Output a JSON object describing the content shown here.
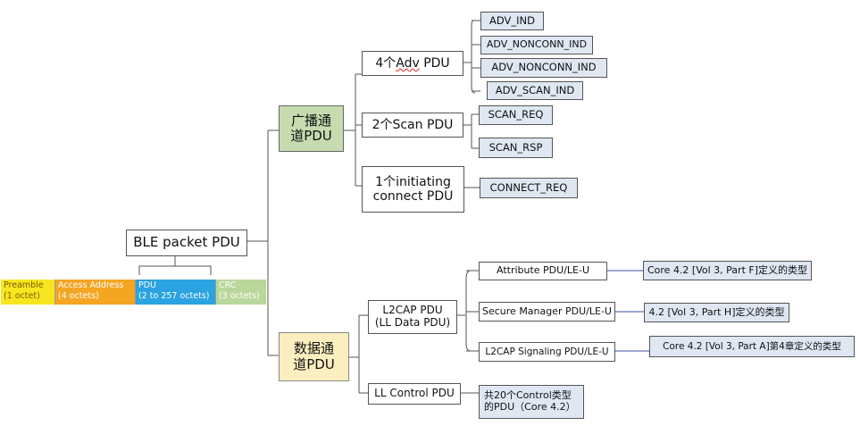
{
  "root": {
    "label": "BLE packet PDU"
  },
  "packet": {
    "fields": [
      {
        "name": "Preamble",
        "size": "(1 octet)",
        "color": "#f7e51f",
        "text_color": "#7a5c00"
      },
      {
        "name": "Access Address",
        "size": "(4 octets)",
        "color": "#f4a522",
        "text_color": "#ffffff"
      },
      {
        "name": "PDU",
        "size": "(2 to 257 octets)",
        "color": "#2aa3e0",
        "text_color": "#ffffff"
      },
      {
        "name": "CRC",
        "size": "(3 octets)",
        "color": "#b9d79a",
        "text_color": "#ffffff"
      }
    ]
  },
  "adv_channel": {
    "label_line1": "广播通",
    "label_line2": "道PDU",
    "color": "#c6dcb0",
    "groups": [
      {
        "label_prefix": "4个",
        "label_squiggly": "Adv",
        "label_suffix": " PDU",
        "items": [
          "ADV_IND",
          "ADV_NONCONN_IND",
          "ADV_NONCONN_IND",
          "ADV_SCAN_IND"
        ]
      },
      {
        "label": "2个Scan PDU",
        "items": [
          "SCAN_REQ",
          "SCAN_RSP"
        ]
      },
      {
        "label_line1": "1个initiating",
        "label_line2": "connect PDU",
        "items": [
          "CONNECT_REQ"
        ]
      }
    ]
  },
  "data_channel": {
    "label_line1": "数据通",
    "label_line2": "道PDU",
    "color": "#fcefbf",
    "l2cap": {
      "label_line1": "L2CAP PDU",
      "label_line2": "(LL Data PDU)",
      "items": [
        {
          "label": "Attribute PDU/LE-U",
          "note": "Core 4.2 [Vol 3, Part F]定义的类型"
        },
        {
          "label": "Secure Manager PDU/LE-U",
          "note": "4.2 [Vol 3, Part H]定义的类型"
        },
        {
          "label": "L2CAP Signaling PDU/LE-U",
          "note": "Core 4.2 [Vol 3, Part A]第4章定义的类型"
        }
      ]
    },
    "ll_control": {
      "label": "LL Control PDU",
      "note_line1": "共20个Control类型",
      "note_line2": "的PDU（Core 4.2）"
    }
  },
  "colors": {
    "connector": "#555555",
    "note_connector": "#3b4fa8"
  }
}
